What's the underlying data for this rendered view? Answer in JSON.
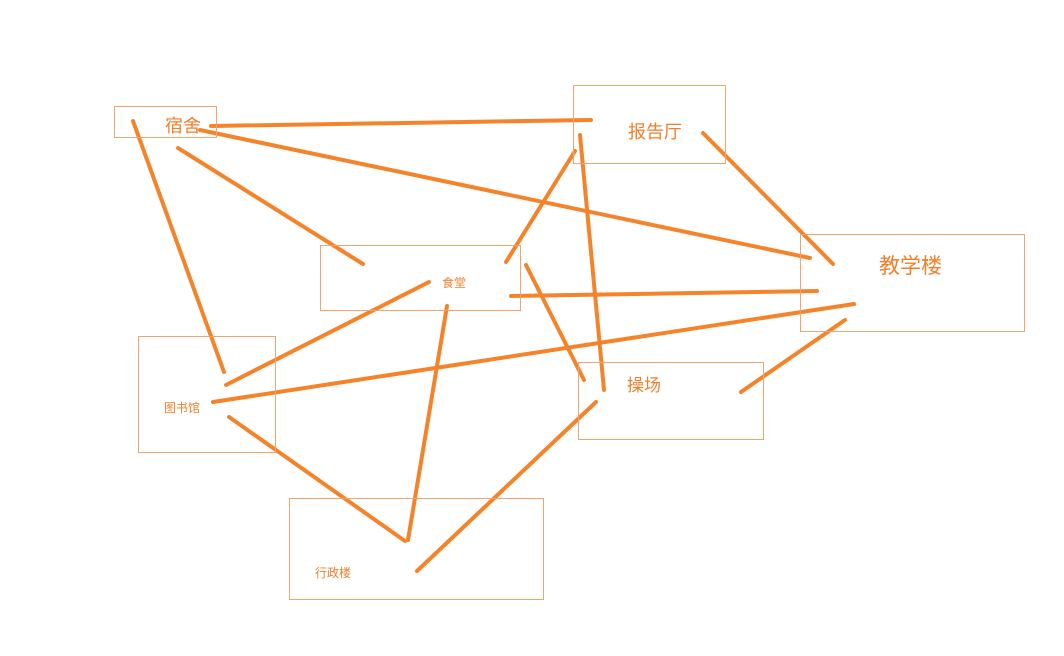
{
  "diagram": {
    "colors": {
      "edge": "#f5832a",
      "box_border": "#f0a56e",
      "label": "#f07f2a"
    },
    "nodes": {
      "dorm": {
        "label": "宿舍"
      },
      "hall": {
        "label": "报告厅"
      },
      "canteen": {
        "label": "食堂"
      },
      "teaching": {
        "label": "教学楼"
      },
      "library": {
        "label": "图书馆"
      },
      "playground": {
        "label": "操场"
      },
      "admin": {
        "label": "行政楼"
      }
    },
    "edges": [
      {
        "from": "dorm",
        "to": "hall"
      },
      {
        "from": "dorm",
        "to": "teaching"
      },
      {
        "from": "dorm",
        "to": "canteen"
      },
      {
        "from": "dorm",
        "to": "library"
      },
      {
        "from": "hall",
        "to": "canteen"
      },
      {
        "from": "hall",
        "to": "playground"
      },
      {
        "from": "hall",
        "to": "teaching"
      },
      {
        "from": "canteen",
        "to": "teaching"
      },
      {
        "from": "canteen",
        "to": "playground"
      },
      {
        "from": "canteen",
        "to": "library"
      },
      {
        "from": "canteen",
        "to": "admin"
      },
      {
        "from": "library",
        "to": "teaching"
      },
      {
        "from": "library",
        "to": "admin"
      },
      {
        "from": "teaching",
        "to": "playground"
      },
      {
        "from": "playground",
        "to": "admin"
      }
    ]
  }
}
